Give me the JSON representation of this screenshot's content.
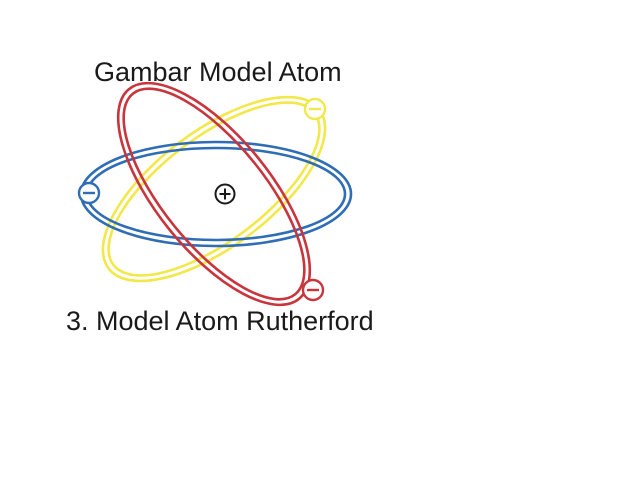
{
  "title": "Gambar Model Atom",
  "caption": "3. Model Atom Rutherford",
  "nucleus": {
    "symbol": "+"
  },
  "electron_symbol": "−",
  "orbits": [
    {
      "name": "blue-orbit",
      "color": "#2f6db5"
    },
    {
      "name": "yellow-orbit",
      "color": "#f2e84a"
    },
    {
      "name": "red-orbit",
      "color": "#c8353c"
    }
  ]
}
